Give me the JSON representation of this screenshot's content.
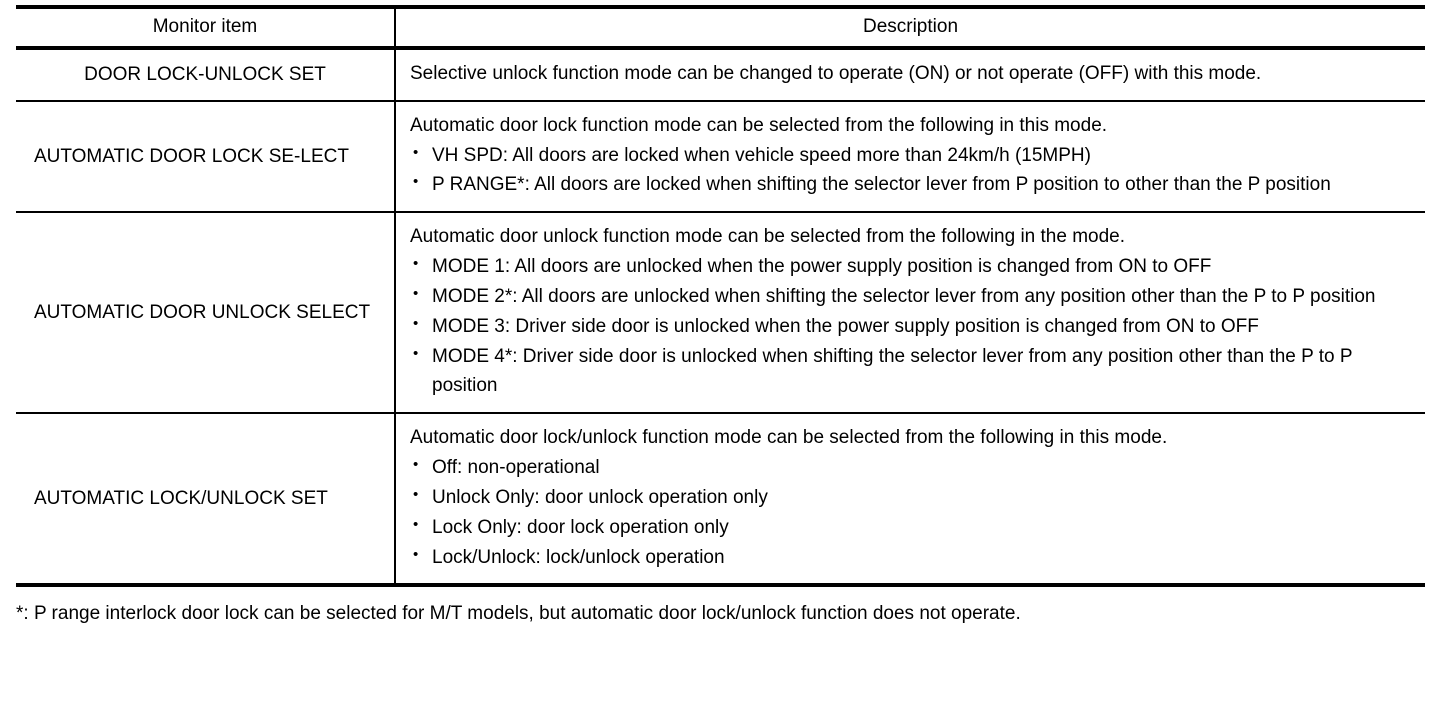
{
  "table": {
    "headers": {
      "monitor_item": "Monitor item",
      "description": "Description"
    },
    "rows": [
      {
        "item": "DOOR LOCK-UNLOCK SET",
        "item_align": "center",
        "lead": "Selective unlock function mode can be changed to operate (ON) or not operate (OFF) with this mode.",
        "bullets": []
      },
      {
        "item": "AUTOMATIC DOOR LOCK SE-LECT",
        "item_align": "left",
        "lead": "Automatic door lock function mode can be selected from the following in this mode.",
        "bullets": [
          "VH SPD: All doors are locked when vehicle speed more than 24km/h (15MPH)",
          "P RANGE*: All doors are locked when shifting the selector lever from P position to other than the P position"
        ]
      },
      {
        "item": "AUTOMATIC DOOR UNLOCK SELECT",
        "item_align": "left",
        "lead": "Automatic door unlock function mode can be selected from the following in the mode.",
        "bullets": [
          "MODE 1: All doors are unlocked when the power supply position is changed from ON to OFF",
          "MODE 2*: All doors are unlocked when shifting the selector lever from any position other than the P to P position",
          "MODE 3: Driver side door is unlocked when the power supply position is changed from ON to OFF",
          "MODE 4*: Driver side door is unlocked when shifting the selector lever from any position other than the P to P position"
        ]
      },
      {
        "item": "AUTOMATIC LOCK/UNLOCK SET",
        "item_align": "left",
        "lead": "Automatic door lock/unlock function mode can be selected from the following in this mode.",
        "bullets": [
          "Off: non-operational",
          "Unlock Only: door unlock operation only",
          "Lock Only: door lock operation only",
          "Lock/Unlock: lock/unlock operation"
        ]
      }
    ]
  },
  "footnote": "*: P range interlock door lock can be selected for M/T models, but automatic door lock/unlock function does not operate."
}
